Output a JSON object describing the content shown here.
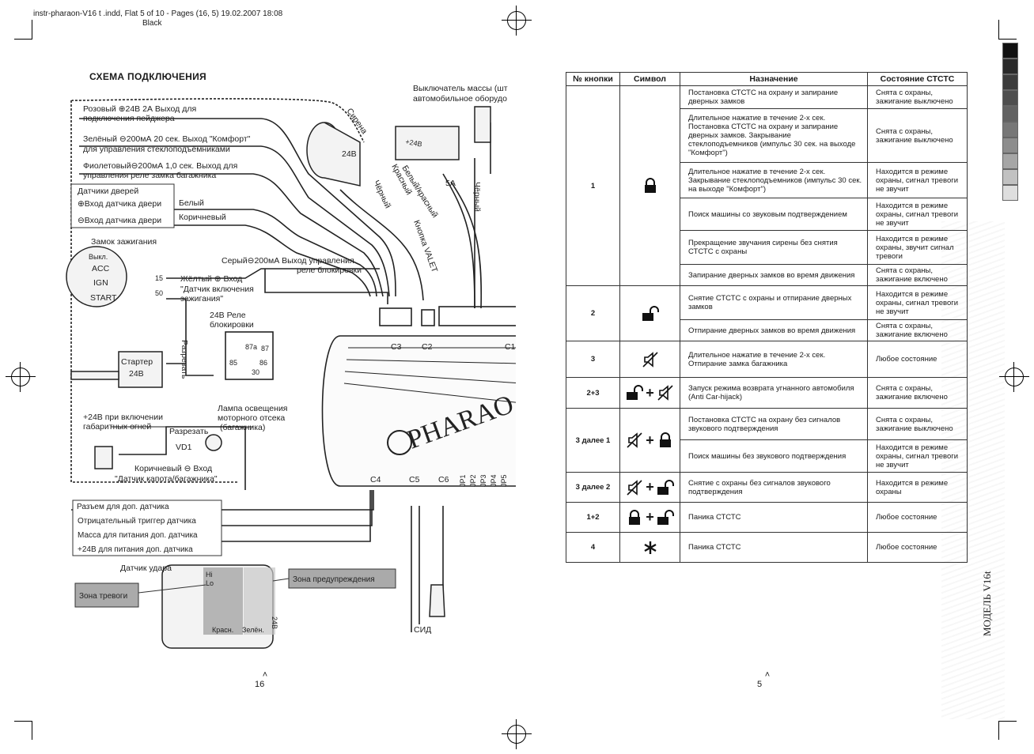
{
  "header": {
    "file_line": "instr-pharaon-V16 t .indd, Flat 5 of 10 - Pages (16, 5) 19.02.2007 18:08",
    "color": "Black"
  },
  "left_page": {
    "title": "СХЕМА ПОДКЛЮЧЕНИЯ",
    "page_number": "16",
    "labels": {
      "mass_switch": "Выключатель массы (шт",
      "auto_equipment": "автомобильное оборудо",
      "pink": "Розовый ⊕24В 2А Выход для",
      "pink2": "подключения пейджера",
      "green": "Зелёный ⊖200мА 20 сек. Выход \"Комфорт\"",
      "green2": "для управления стеклоподъёмниками",
      "violet": "Фиолетовый⊖200мА 1,0 сек. Выход для",
      "violet2": "управления реле замка багажника",
      "door_sensors": "Датчики дверей",
      "door_in1": "⊕Вход датчика двери",
      "door_in2": "⊖Вход датчика двери",
      "white": "Белый",
      "brown": "Коричневый",
      "ignition": "Замок зажигания",
      "off": "Выкл.",
      "acc": "ACC",
      "ign": "IGN",
      "start": "START",
      "n15": "15",
      "n50": "50",
      "gray": "Серый⊖200мА Выход управления",
      "gray2": "реле блокировки",
      "yellow": "Жёлтый ⊕ Вход",
      "yellow2": "\"Датчик включения",
      "yellow3": "зажигания\"",
      "relay": "24В Реле",
      "relay2": "блокировки",
      "cut": "Разрезать",
      "starter": "Стартер",
      "starter_v": "24В",
      "r87a": "87а",
      "r87": "87",
      "r85": "85",
      "r86": "86",
      "r30": "30",
      "siren": "Сирена",
      "siren_v": "24В",
      "black1": "Чёрный",
      "red": "Красный",
      "white_red": "Белый/красный",
      "fuse": "5A",
      "black2": "Чёрный",
      "valet": "Кнопка VALET",
      "battery": "+24В",
      "c1": "C1",
      "c2": "C2",
      "c3": "C3",
      "c4": "C4",
      "c5": "C5",
      "c6": "C6",
      "jp1": "JP1",
      "jp2": "JP2",
      "jp3": "JP3",
      "jp4": "JP4",
      "jp5": "JP5",
      "brand": "PHARAO",
      "plus24": "+24В при включении",
      "plus24b": "габаритных огней",
      "lamp": "Лампа освещения",
      "lamp2": "моторного отсека",
      "lamp3": "(багажника)",
      "cut2": "Разрезать",
      "vd1": "VD1",
      "brown_in": "Коричневый ⊖ Вход",
      "hood": "\"Датчик капота/багажника\"",
      "aux_title": "Разъем для доп. датчика",
      "aux1": "Отрицательный триггер датчика",
      "aux2": "Масса для питания доп. датчика",
      "aux3": "+24В для питания доп. датчика",
      "shock": "Датчик удара",
      "warn_zone": "Зона предупреждения",
      "alarm_zone": "Зона тревоги",
      "hi": "Hi",
      "lo": "Lo",
      "red_led": "Красн.",
      "green_led": "Зелён.",
      "v24": "24В",
      "led": "СИД"
    }
  },
  "table": {
    "headers": [
      "№ кнопки",
      "Символ",
      "Назначение",
      "Состояние СТСТС"
    ],
    "groups": [
      {
        "button": "1",
        "symbols": [
          "lock-closed-icon"
        ],
        "rows": [
          {
            "purpose": "Постановка СТСТС на охрану и запирание дверных замков",
            "state": "Снята с охраны, зажигание выключено"
          },
          {
            "purpose": "Длительное нажатие в течение 2-х сек. Постановка СТСТС на охрану и запирание дверных замков. Закрывание стеклоподъемников (импульс 30 сек. на выходе \"Комфорт\")",
            "state": "Снята с охраны, зажигание выключено"
          },
          {
            "purpose": "Длительное нажатие в течение 2-х сек. Закрывание стеклоподъемников (импульс 30 сек. на выходе \"Комфорт\")",
            "state": "Находится в режиме охраны, сигнал тревоги не звучит"
          },
          {
            "purpose": "Поиск машины со звуковым подтверждением",
            "state": "Находится в режиме охраны, сигнал тревоги не звучит"
          },
          {
            "purpose": "Прекращение звучания сирены без снятия СТСТС с охраны",
            "state": "Находится в режиме охраны, звучит сигнал тревоги"
          },
          {
            "purpose": "Запирание дверных замков во время движения",
            "state": "Снята с охраны, зажигание включено"
          }
        ]
      },
      {
        "button": "2",
        "symbols": [
          "lock-open-icon"
        ],
        "rows": [
          {
            "purpose": "Снятие СТСТС с охраны и отпирание дверных замков",
            "state": "Находится в режиме охраны, сигнал тревоги не звучит"
          },
          {
            "purpose": "Отпирание дверных замков во время движения",
            "state": "Снята с охраны, зажигание включено"
          }
        ]
      },
      {
        "button": "3",
        "symbols": [
          "mute-icon"
        ],
        "rows": [
          {
            "purpose": "Длительное нажатие в течение 2-х сек. Отпирание замка багажника",
            "state": "Любое состояние"
          }
        ]
      },
      {
        "button": "2+3",
        "symbols": [
          "lock-open-icon",
          "mute-icon"
        ],
        "rows": [
          {
            "purpose": "Запуск режима возврата угнанного автомобиля (Anti Car-hijack)",
            "state": "Снята с охраны, зажигание включено"
          }
        ]
      },
      {
        "button": "3 далее 1",
        "symbols": [
          "mute-icon",
          "lock-closed-icon"
        ],
        "rows": [
          {
            "purpose": "Постановка СТСТС на охрану без сигналов звукового подтверждения",
            "state": "Снята с охраны, зажигание выключено"
          },
          {
            "purpose": "Поиск машины без звукового подтверждения",
            "state": "Находится в режиме охраны, сигнал тревоги не звучит"
          }
        ]
      },
      {
        "button": "3 далее 2",
        "symbols": [
          "mute-icon",
          "lock-open-icon"
        ],
        "rows": [
          {
            "purpose": "Снятие с охраны без сигналов звукового подтверждения",
            "state": "Находится в режиме охраны"
          }
        ]
      },
      {
        "button": "1+2",
        "symbols": [
          "lock-closed-icon",
          "lock-open-icon"
        ],
        "rows": [
          {
            "purpose": "Паника СТСТС",
            "state": "Любое состояние"
          }
        ]
      },
      {
        "button": "4",
        "symbols": [
          "asterisk-icon"
        ],
        "rows": [
          {
            "purpose": "Паника СТСТС",
            "state": "Любое состояние"
          }
        ]
      }
    ],
    "plus": "+"
  },
  "right_page": {
    "page_number": "5",
    "model_label": "МОДЕЛЬ V16t"
  },
  "gray_scale": [
    "#111111",
    "#2a2a2a",
    "#3c3c3c",
    "#4e4e4e",
    "#626262",
    "#777777",
    "#8d8d8d",
    "#a6a6a6",
    "#c1c1c1",
    "#dedede"
  ]
}
